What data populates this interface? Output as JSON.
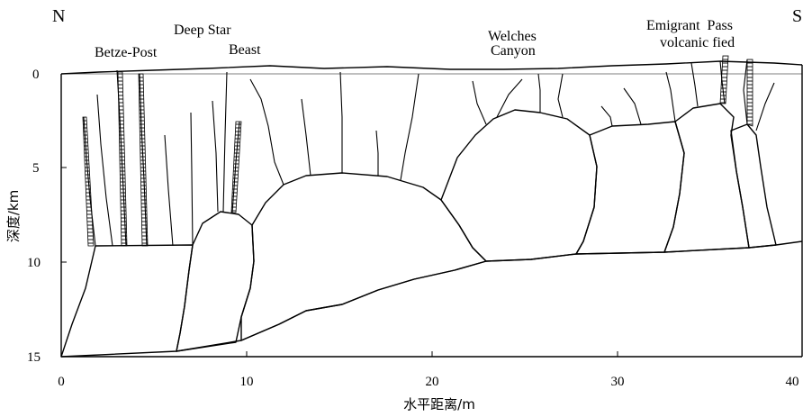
{
  "directions": {
    "north": "N",
    "south": "S"
  },
  "axes": {
    "x": {
      "label": "水平距离/m",
      "ticks": [
        "0",
        "10",
        "20",
        "30",
        "40"
      ]
    },
    "y": {
      "label": "深度/km",
      "ticks": [
        "0",
        "5",
        "10",
        "15"
      ]
    }
  },
  "bodies": {
    "betze_post": {
      "label": "Betze-Post",
      "pattern": "horizontal-lines"
    },
    "deep_star": {
      "label": "Deep Star",
      "pattern": "v-marks"
    },
    "beast": {
      "label": "Beast",
      "pattern": "dots"
    },
    "welches_canyon": {
      "label_line1": "Welches",
      "label_line2": "Canyon",
      "pattern": "diagonal-hatch"
    },
    "emigrant_pass": {
      "label_line1": "Emigrant  Pass",
      "label_line2": "volcanic fied",
      "pattern": "caret-marks"
    },
    "circle_body": {
      "pattern": "small-circles"
    },
    "crosshatch_body": {
      "pattern": "cross-hatch"
    }
  },
  "colors": {
    "ink": "#000000",
    "background": "#ffffff"
  }
}
